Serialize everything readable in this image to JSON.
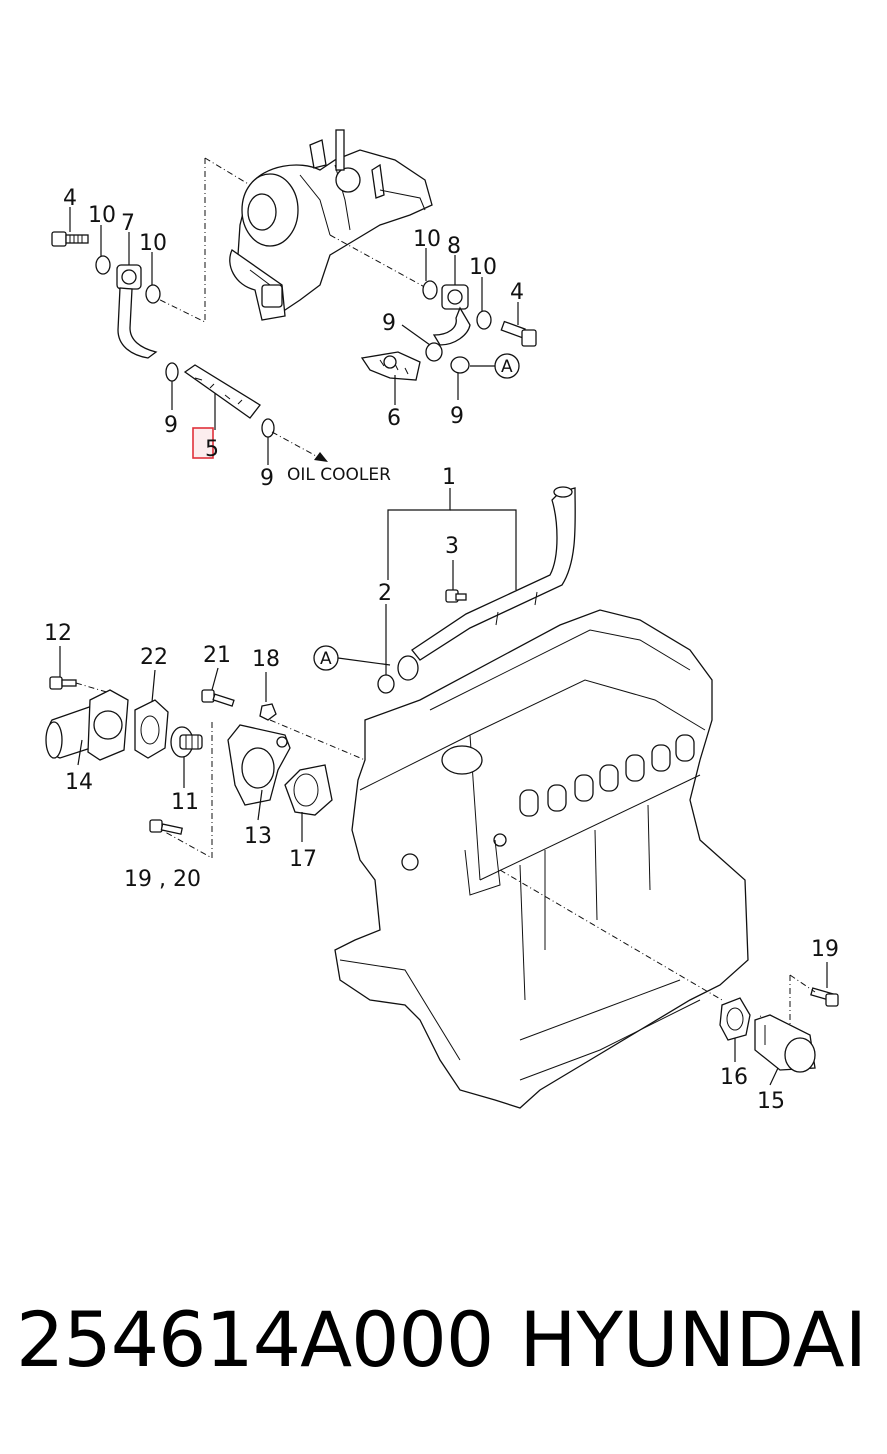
{
  "diagram": {
    "callouts": [
      {
        "id": "c4a",
        "text": "4"
      },
      {
        "id": "c10a",
        "text": "10"
      },
      {
        "id": "c7",
        "text": "7"
      },
      {
        "id": "c10b",
        "text": "10"
      },
      {
        "id": "c10c",
        "text": "10"
      },
      {
        "id": "c8",
        "text": "8"
      },
      {
        "id": "c10d",
        "text": "10"
      },
      {
        "id": "c4b",
        "text": "4"
      },
      {
        "id": "c9a",
        "text": "9"
      },
      {
        "id": "c9b",
        "text": "9"
      },
      {
        "id": "c5",
        "text": "5"
      },
      {
        "id": "c9c",
        "text": "9"
      },
      {
        "id": "c6",
        "text": "6"
      },
      {
        "id": "c9d",
        "text": "9"
      },
      {
        "id": "c1",
        "text": "1"
      },
      {
        "id": "c3",
        "text": "3"
      },
      {
        "id": "c2",
        "text": "2"
      },
      {
        "id": "c12",
        "text": "12"
      },
      {
        "id": "c22",
        "text": "22"
      },
      {
        "id": "c21",
        "text": "21"
      },
      {
        "id": "c18",
        "text": "18"
      },
      {
        "id": "c14",
        "text": "14"
      },
      {
        "id": "c11",
        "text": "11"
      },
      {
        "id": "c13",
        "text": "13"
      },
      {
        "id": "c17",
        "text": "17"
      },
      {
        "id": "c1920",
        "text": "19 , 20"
      },
      {
        "id": "c19",
        "text": "19"
      },
      {
        "id": "c16",
        "text": "16"
      },
      {
        "id": "c15",
        "text": "15"
      }
    ],
    "oil_cooler_label": "OIL COOLER",
    "ref_marker_label": "A",
    "highlight_color": "#e0303a"
  },
  "footer": {
    "part_number": "254614A000",
    "brand": "HYUNDAI"
  }
}
